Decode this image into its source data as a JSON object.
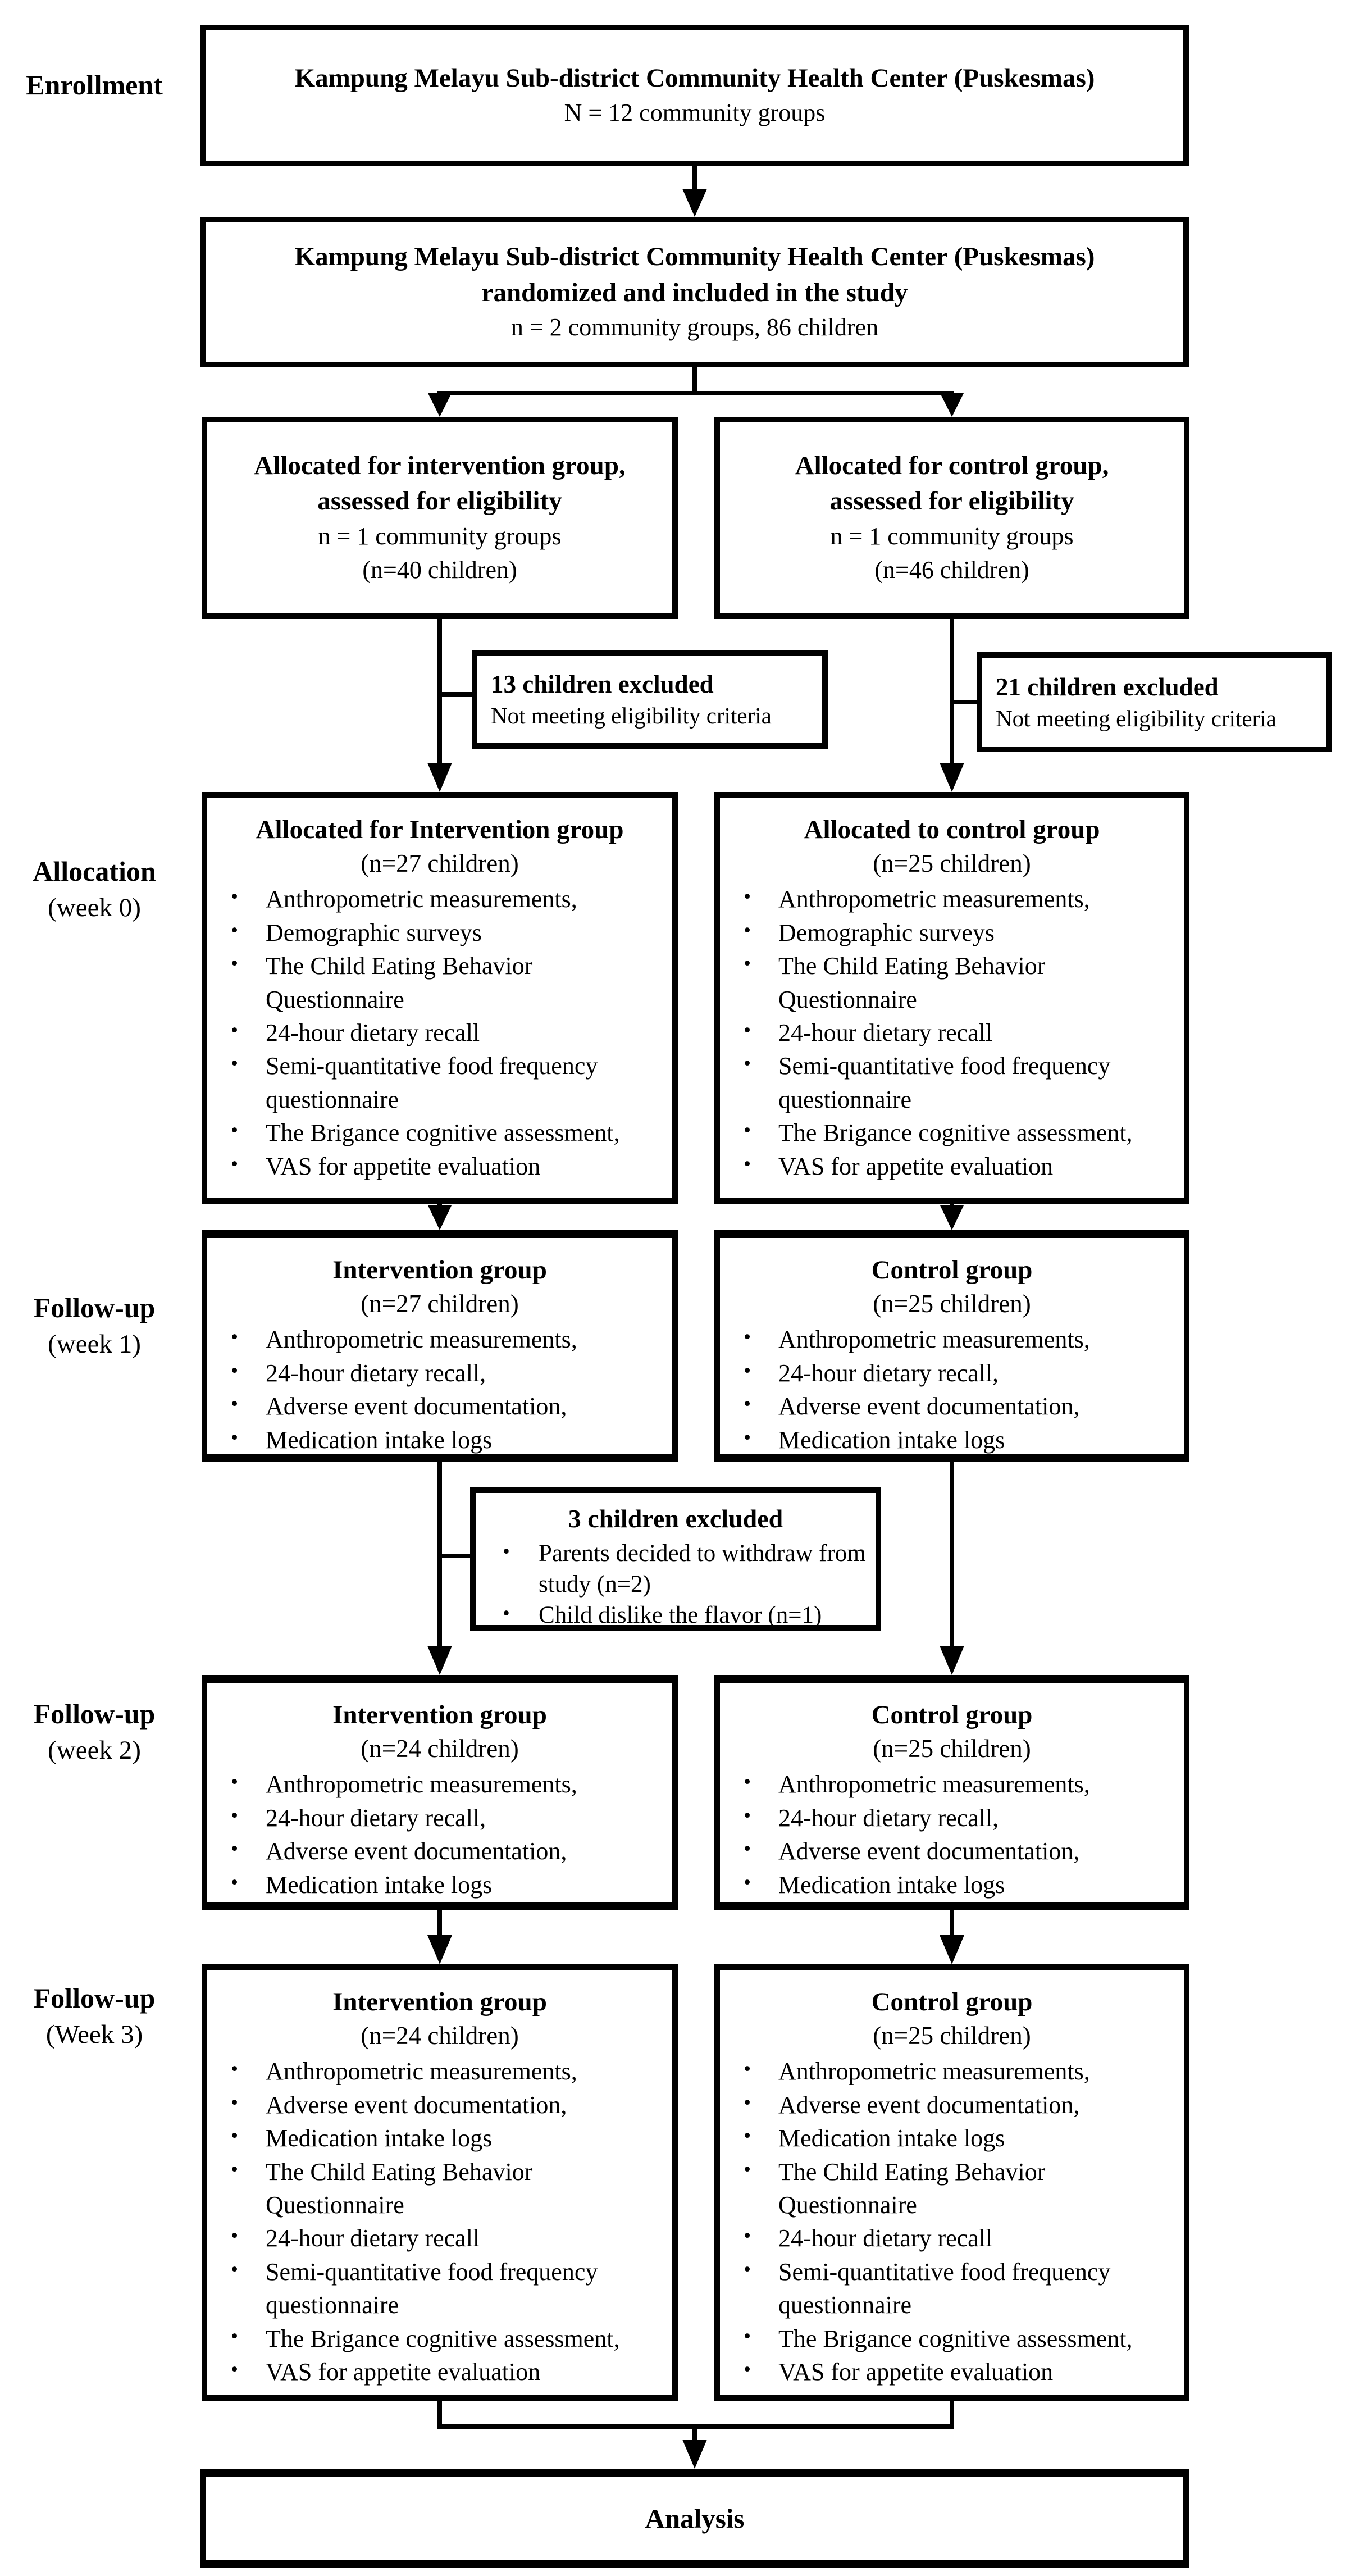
{
  "colors": {
    "border": "#000000",
    "background": "#ffffff",
    "text": "#000000"
  },
  "stage_labels": [
    {
      "title": "Enrollment",
      "subtitle": ""
    },
    {
      "title": "Allocation",
      "subtitle": "(week 0)"
    },
    {
      "title": "Follow-up",
      "subtitle": "(week 1)"
    },
    {
      "title": "Follow-up",
      "subtitle": "(week 2)"
    },
    {
      "title": "Follow-up",
      "subtitle": "(Week 3)"
    }
  ],
  "boxes": {
    "enrollment": {
      "line1": "Kampung Melayu Sub-district Community Health Center (Puskesmas)",
      "line2": "N = 12 community groups"
    },
    "randomized": {
      "line1": "Kampung Melayu Sub-district Community Health Center (Puskesmas)",
      "line2": "randomized and included in the study",
      "line3": "n = 2 community groups, 86 children"
    },
    "intervention_eligibility": {
      "line1": "Allocated for intervention group,",
      "line2": "assessed for eligibility",
      "line3": "n = 1 community groups",
      "line4": "(n=40 children)"
    },
    "control_eligibility": {
      "line1": "Allocated for control group,",
      "line2": "assessed for eligibility",
      "line3": "n = 1 community groups",
      "line4": "(n=46 children)"
    },
    "excluded_intervention": {
      "title": "13 children excluded",
      "reason": "Not meeting eligibility criteria"
    },
    "excluded_control": {
      "title": "21 children excluded",
      "reason": "Not meeting eligibility criteria"
    },
    "allocation_intervention": {
      "title": "Allocated for Intervention group",
      "subtitle": "(n=27 children)",
      "bullets": [
        "Anthropometric measurements,",
        "Demographic surveys",
        "The Child Eating Behavior Questionnaire",
        "24-hour dietary recall",
        "Semi-quantitative food frequency questionnaire",
        "The Brigance cognitive assessment,",
        "VAS for appetite evaluation"
      ]
    },
    "allocation_control": {
      "title": "Allocated to control group",
      "subtitle": "(n=25 children)",
      "bullets": [
        "Anthropometric measurements,",
        "Demographic surveys",
        "The Child Eating Behavior Questionnaire",
        "24-hour dietary recall",
        "Semi-quantitative food frequency questionnaire",
        "The Brigance cognitive assessment,",
        "VAS for appetite evaluation"
      ]
    },
    "week1_intervention": {
      "title": "Intervention group",
      "subtitle": "(n=27 children)",
      "bullets": [
        "Anthropometric measurements,",
        "24-hour dietary recall,",
        "Adverse event documentation,",
        "Medication intake logs"
      ]
    },
    "week1_control": {
      "title": "Control group",
      "subtitle": "(n=25 children)",
      "bullets": [
        "Anthropometric measurements,",
        "24-hour dietary recall,",
        "Adverse event documentation,",
        "Medication intake logs"
      ]
    },
    "excluded_week2": {
      "title": "3 children excluded",
      "bullets": [
        "Parents decided to withdraw from study (n=2)",
        "Child dislike the flavor (n=1)"
      ]
    },
    "week2_intervention": {
      "title": "Intervention group",
      "subtitle": "(n=24 children)",
      "bullets": [
        "Anthropometric measurements,",
        "24-hour dietary recall,",
        "Adverse event documentation,",
        "Medication intake logs"
      ]
    },
    "week2_control": {
      "title": "Control group",
      "subtitle": "(n=25 children)",
      "bullets": [
        "Anthropometric measurements,",
        "24-hour dietary recall,",
        "Adverse event documentation,",
        "Medication intake logs"
      ]
    },
    "week3_intervention": {
      "title": "Intervention group",
      "subtitle": "(n=24 children)",
      "bullets": [
        "Anthropometric measurements,",
        "Adverse event documentation,",
        "Medication intake logs",
        "The Child Eating Behavior Questionnaire",
        "24-hour dietary recall",
        "Semi-quantitative food frequency questionnaire",
        "The Brigance cognitive assessment,",
        "VAS for appetite evaluation"
      ]
    },
    "week3_control": {
      "title": "Control group",
      "subtitle": "(n=25 children)",
      "bullets": [
        "Anthropometric measurements,",
        "Adverse event documentation,",
        "Medication intake logs",
        "The Child Eating Behavior Questionnaire",
        "24-hour dietary recall",
        "Semi-quantitative food frequency questionnaire",
        "The Brigance cognitive assessment,",
        "VAS for appetite evaluation"
      ]
    },
    "analysis": {
      "title": "Analysis"
    }
  }
}
